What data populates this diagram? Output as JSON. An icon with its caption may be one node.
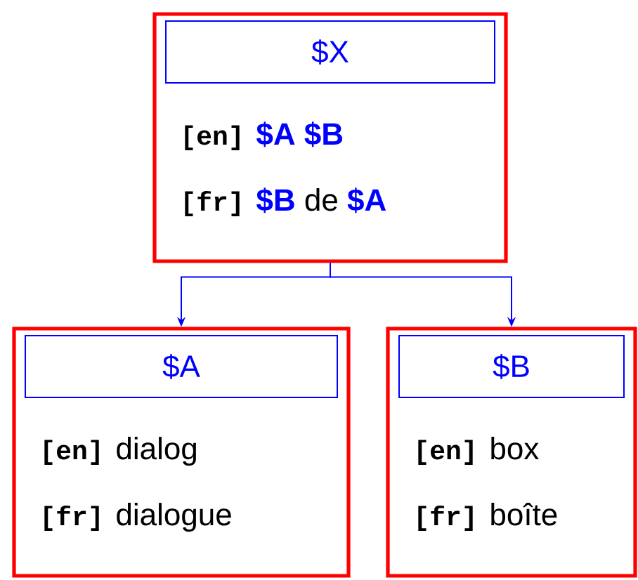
{
  "diagram": {
    "nodes": [
      {
        "text": [
          "[en]",
          "**$A $B**",
          "[fr]",
          "**$B** de **$A**"
        ]
      },
      {
        "text": [
          "$X"
        ],
        "in": 0
      },
      {
        "text": [
          "[en]",
          "dialog",
          "[fr]",
          "dialogue"
        ]
      },
      {
        "text": [
          "$A"
        ],
        "in": 2
      },
      {
        "text": [
          "[en]",
          "box",
          "[fr]",
          "boîte"
        ]
      },
      {
        "text": [
          "$B"
        ],
        "in": 4
      }
    ],
    "edges": [
      {
        "from": 0,
        "to": 2,
        "arrow": "to",
        "color": "#0000ff"
      },
      {
        "from": 0,
        "to": 4,
        "arrow": "to",
        "color": "#0000ff"
      }
    ]
  }
}
